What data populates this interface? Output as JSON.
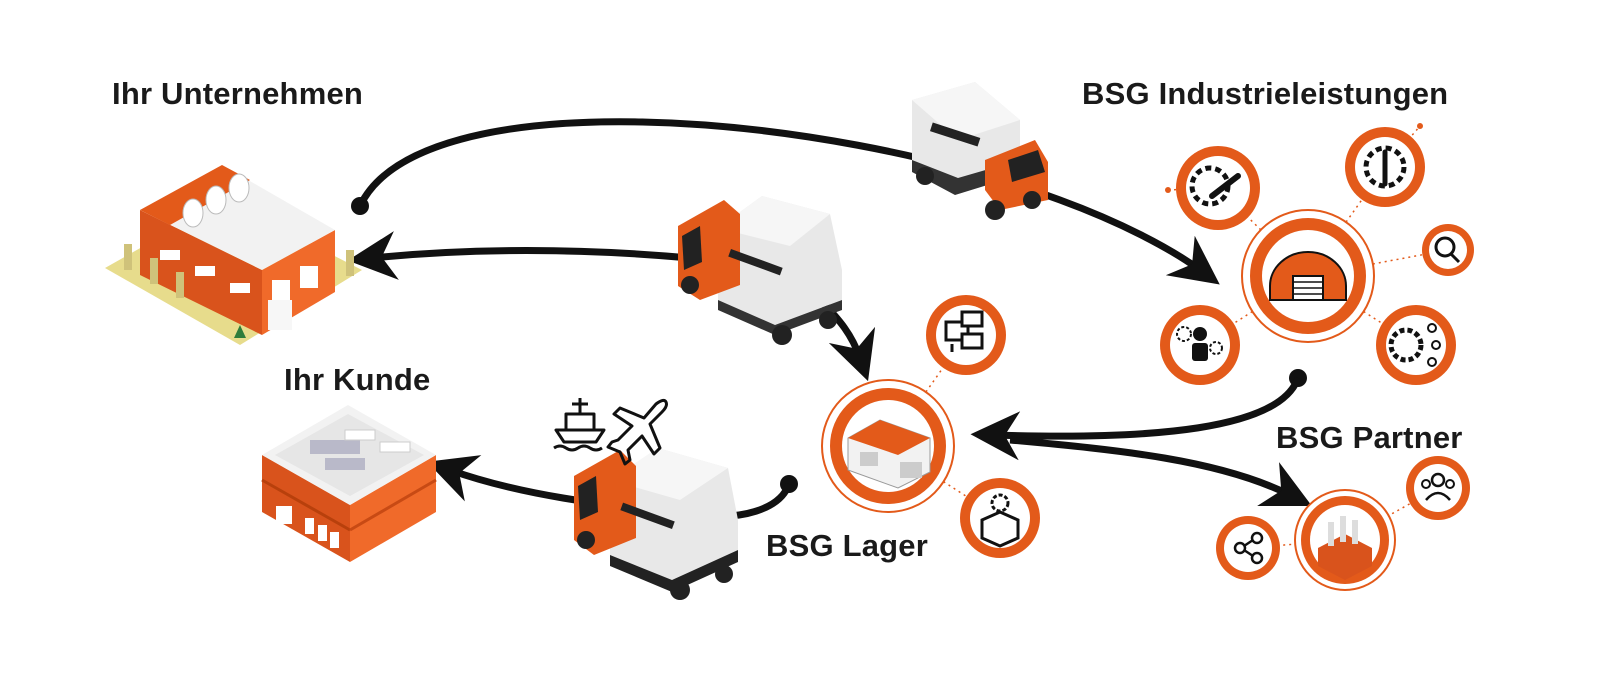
{
  "labels": {
    "unternehmen": "Ihr Unternehmen",
    "industrie": "BSG Industrieleistungen",
    "kunde": "Ihr Kunde",
    "lager": "BSG Lager",
    "partner": "BSG Partner"
  },
  "colors": {
    "accent": "#e35a1a",
    "accent_dark": "#b8400c",
    "ink": "#111111",
    "truck_box": "#e6e6e6"
  },
  "icons": {
    "industrie_center": "hangar-icon",
    "industrie_satellites": [
      "gear-wrench-icon",
      "gear-screwdriver-icon",
      "magnifier-icon",
      "gear-network-icon",
      "person-gear-icon"
    ],
    "lager_center": "warehouse-icon",
    "lager_satellites": [
      "monitor-chat-icon",
      "box-gear-icon"
    ],
    "partner_center": "factory-icon",
    "partner_satellites": [
      "share-icon",
      "team-icon"
    ],
    "transport": [
      "ship-icon",
      "plane-icon"
    ]
  }
}
